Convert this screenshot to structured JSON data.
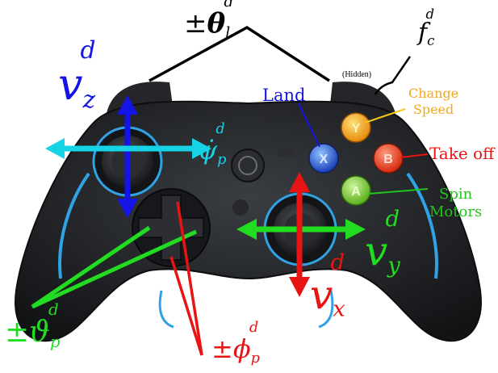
{
  "labels": {
    "pitch_rate": {
      "prefix": "±",
      "symbol": "θ",
      "sub": "l",
      "sup": "d"
    },
    "force": {
      "symbol": "f",
      "sub": "c",
      "sup": "d"
    },
    "hidden": "(Hidden)",
    "vz": {
      "symbol": "v",
      "sub": "z",
      "sup": "d"
    },
    "yaw_rate": {
      "symbol": "ψ̇",
      "sub": "p",
      "sup": "d"
    },
    "land": "Land",
    "change_speed_line1": "Change",
    "change_speed_line2": "Speed",
    "take_off": "Take off",
    "spin_motors_line1": "Spin",
    "spin_motors_line2": "Motors",
    "vy": {
      "symbol": "v",
      "sub": "y",
      "sup": "d"
    },
    "vx": {
      "symbol": "v",
      "sub": "x",
      "sup": "d"
    },
    "theta_p": {
      "prefix": "±",
      "symbol": "ϑ",
      "sub": "p",
      "sup": "d"
    },
    "phi_p": {
      "prefix": "±",
      "symbol": "ϕ",
      "sub": "p",
      "sup": "d"
    }
  },
  "button_letters": {
    "x": "X",
    "y": "Y",
    "b": "B",
    "a": "A"
  },
  "colors": {
    "vz": "#1414e6",
    "yaw": "#16d3e6",
    "land": "#1414e6",
    "change_speed": "#f2a81c",
    "take_off": "#e81414",
    "spin": "#22c41c",
    "vy": "#22dc22",
    "vx": "#e81414",
    "theta_p": "#22dc22",
    "phi_p": "#e81414",
    "black": "#000000",
    "controller": "#1d1f22",
    "accent_blue": "#2fa3e6"
  },
  "icons": [
    "gamepad-body-icon",
    "left-stick-icon",
    "right-stick-icon",
    "dpad-icon",
    "home-button-icon",
    "x-button-icon",
    "y-button-icon",
    "b-button-icon",
    "a-button-icon"
  ]
}
